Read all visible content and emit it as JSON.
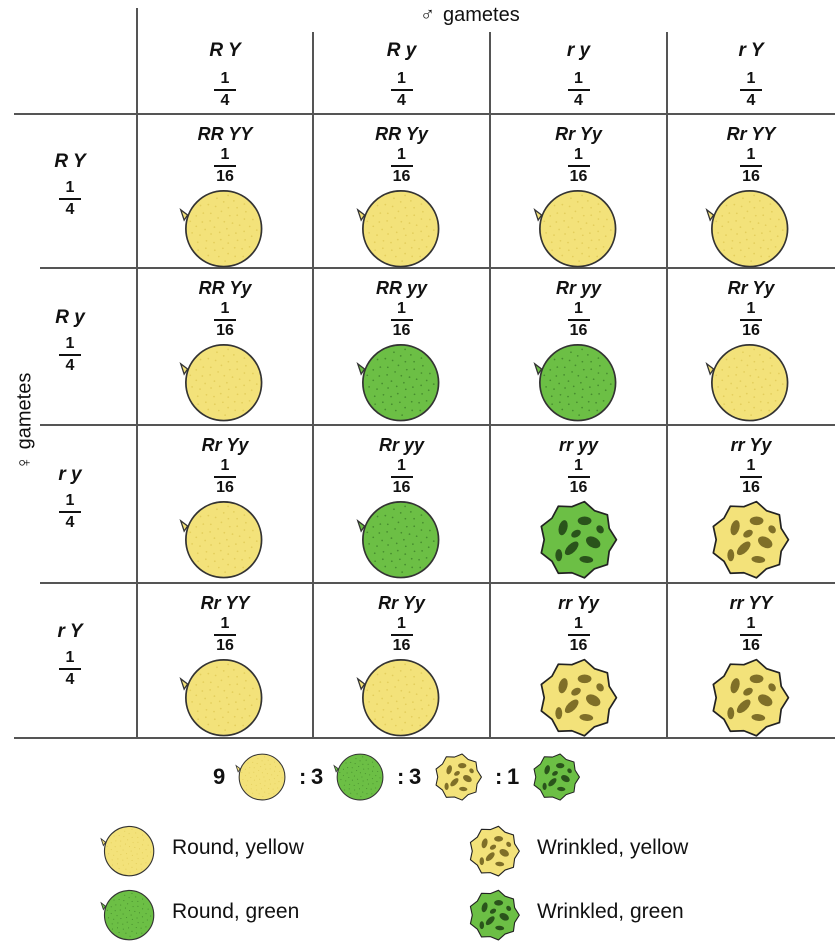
{
  "male_header": {
    "symbol": "♂",
    "label": "gametes"
  },
  "female_header": {
    "symbol": "♀",
    "label": "gametes"
  },
  "cols": [
    {
      "gamete": "R Y",
      "num": "1",
      "den": "4"
    },
    {
      "gamete": "R y",
      "num": "1",
      "den": "4"
    },
    {
      "gamete": "r y",
      "num": "1",
      "den": "4"
    },
    {
      "gamete": "r Y",
      "num": "1",
      "den": "4"
    }
  ],
  "rows": [
    {
      "gamete": "R Y",
      "num": "1",
      "den": "4"
    },
    {
      "gamete": "R y",
      "num": "1",
      "den": "4"
    },
    {
      "gamete": "r y",
      "num": "1",
      "den": "4"
    },
    {
      "gamete": "r Y",
      "num": "1",
      "den": "4"
    }
  ],
  "cells": [
    [
      {
        "genotype": "RR YY",
        "num": "1",
        "den": "16",
        "pea": "round-yellow"
      },
      {
        "genotype": "RR Yy",
        "num": "1",
        "den": "16",
        "pea": "round-yellow"
      },
      {
        "genotype": "Rr Yy",
        "num": "1",
        "den": "16",
        "pea": "round-yellow"
      },
      {
        "genotype": "Rr YY",
        "num": "1",
        "den": "16",
        "pea": "round-yellow"
      }
    ],
    [
      {
        "genotype": "RR Yy",
        "num": "1",
        "den": "16",
        "pea": "round-yellow"
      },
      {
        "genotype": "RR yy",
        "num": "1",
        "den": "16",
        "pea": "round-green"
      },
      {
        "genotype": "Rr yy",
        "num": "1",
        "den": "16",
        "pea": "round-green"
      },
      {
        "genotype": "Rr Yy",
        "num": "1",
        "den": "16",
        "pea": "round-yellow"
      }
    ],
    [
      {
        "genotype": "Rr Yy",
        "num": "1",
        "den": "16",
        "pea": "round-yellow"
      },
      {
        "genotype": "Rr yy",
        "num": "1",
        "den": "16",
        "pea": "round-green"
      },
      {
        "genotype": "rr yy",
        "num": "1",
        "den": "16",
        "pea": "wrinkled-green"
      },
      {
        "genotype": "rr Yy",
        "num": "1",
        "den": "16",
        "pea": "wrinkled-yellow"
      }
    ],
    [
      {
        "genotype": "Rr YY",
        "num": "1",
        "den": "16",
        "pea": "round-yellow"
      },
      {
        "genotype": "Rr Yy",
        "num": "1",
        "den": "16",
        "pea": "round-yellow"
      },
      {
        "genotype": "rr Yy",
        "num": "1",
        "den": "16",
        "pea": "wrinkled-yellow"
      },
      {
        "genotype": "rr YY",
        "num": "1",
        "den": "16",
        "pea": "wrinkled-yellow"
      }
    ]
  ],
  "ratio": [
    {
      "count": "9",
      "pea": "round-yellow"
    },
    {
      "count": "3",
      "pea": "round-green"
    },
    {
      "count": "3",
      "pea": "wrinkled-yellow"
    },
    {
      "count": "1",
      "pea": "wrinkled-green"
    }
  ],
  "ratio_sep": ":",
  "legend": [
    {
      "label": "Round, yellow",
      "pea": "round-yellow"
    },
    {
      "label": "Wrinkled, yellow",
      "pea": "wrinkled-yellow"
    },
    {
      "label": "Round, green",
      "pea": "round-green"
    },
    {
      "label": "Wrinkled, green",
      "pea": "wrinkled-green"
    }
  ],
  "colors": {
    "yellow": "#f3e27a",
    "yellow_dark": "#d8c24a",
    "green": "#6cbf45",
    "green_dark": "#2f6a22",
    "line": "#555555"
  }
}
